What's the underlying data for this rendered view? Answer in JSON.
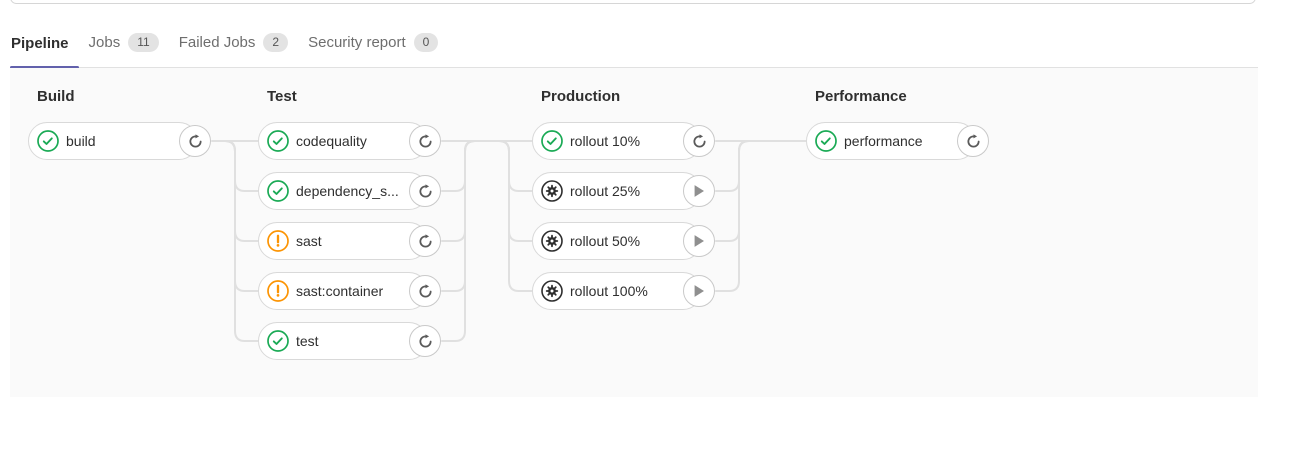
{
  "tabs": [
    {
      "label": "Pipeline",
      "badge": null,
      "active": true
    },
    {
      "label": "Jobs",
      "badge": "11",
      "active": false
    },
    {
      "label": "Failed Jobs",
      "badge": "2",
      "active": false
    },
    {
      "label": "Security report",
      "badge": "0",
      "active": false
    }
  ],
  "pipeline": {
    "stages": [
      {
        "name": "Build",
        "jobs": [
          {
            "label": "build",
            "status": "success",
            "action": "retry"
          }
        ]
      },
      {
        "name": "Test",
        "jobs": [
          {
            "label": "codequality",
            "status": "success",
            "action": "retry"
          },
          {
            "label": "dependency_s...",
            "status": "success",
            "action": "retry"
          },
          {
            "label": "sast",
            "status": "warning",
            "action": "retry"
          },
          {
            "label": "sast:container",
            "status": "warning",
            "action": "retry"
          },
          {
            "label": "test",
            "status": "success",
            "action": "retry"
          }
        ]
      },
      {
        "name": "Production",
        "jobs": [
          {
            "label": "rollout 10%",
            "status": "success",
            "action": "retry"
          },
          {
            "label": "rollout 25%",
            "status": "manual",
            "action": "play"
          },
          {
            "label": "rollout 50%",
            "status": "manual",
            "action": "play"
          },
          {
            "label": "rollout 100%",
            "status": "manual",
            "action": "play"
          }
        ]
      },
      {
        "name": "Performance",
        "jobs": [
          {
            "label": "performance",
            "status": "success",
            "action": "retry"
          }
        ]
      }
    ]
  },
  "colors": {
    "success": "#1aaa55",
    "warning": "#fc9403",
    "manual": "#2e2e2e",
    "accent": "#6261ac",
    "connector": "#e0e0e0",
    "action_icon": "#5a5a5a",
    "play_icon": "#8f8f8f"
  }
}
